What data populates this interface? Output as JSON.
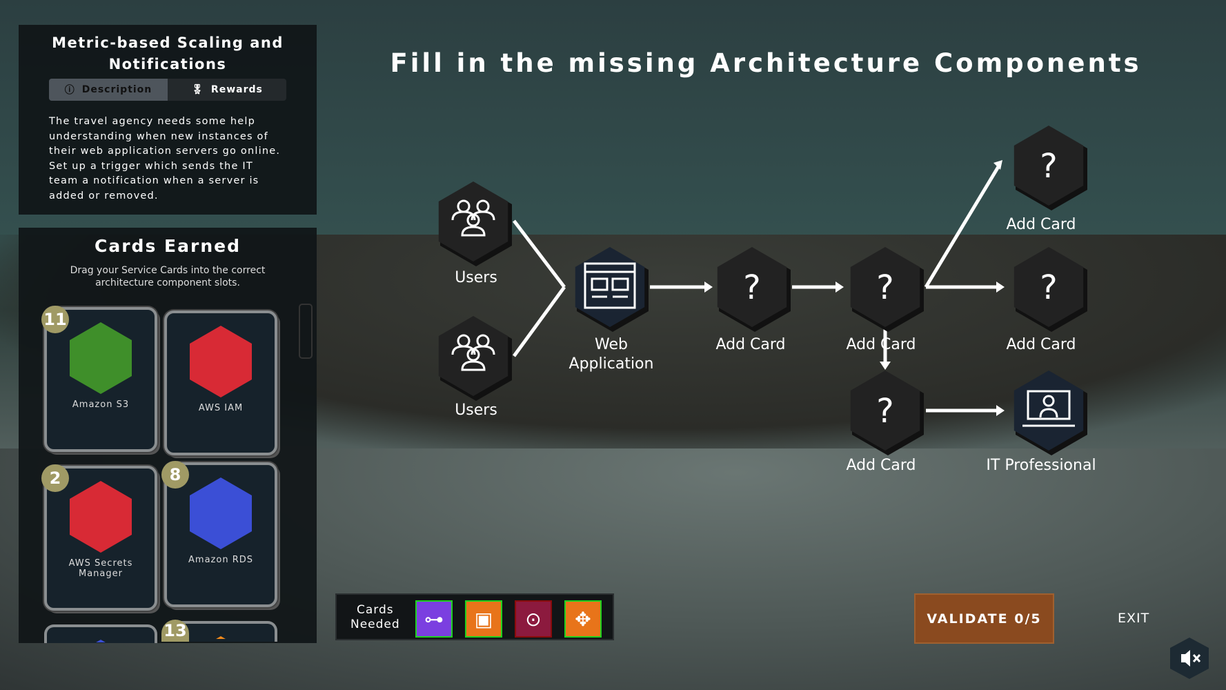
{
  "mission": {
    "title": "Metric-based Scaling and Notifications",
    "tabs": [
      {
        "label": "Description",
        "icon": "info-icon"
      },
      {
        "label": "Rewards",
        "icon": "award-icon"
      }
    ],
    "description": "The travel agency needs some help understanding when new instances of their web application servers go online. Set up a trigger which sends the IT team a notification when a server is added or removed."
  },
  "cards_panel": {
    "title": "Cards Earned",
    "hint": "Drag your Service Cards into the correct architecture component slots.",
    "cards": [
      {
        "name": "Amazon S3",
        "count": "11",
        "color": "#3f8f2a"
      },
      {
        "name": "AWS IAM",
        "count": "",
        "color": "#d82a35"
      },
      {
        "name": "AWS Secrets Manager",
        "count": "2",
        "color": "#d82a35"
      },
      {
        "name": "Amazon RDS",
        "count": "8",
        "color": "#3b4fd6"
      },
      {
        "name": "",
        "count": "",
        "color": "#3b4fd6"
      },
      {
        "name": "",
        "count": "13",
        "color": "#f08a1c"
      }
    ]
  },
  "diagram": {
    "title": "Fill in the missing Architecture Components",
    "nodes": {
      "users1": "Users",
      "users2": "Users",
      "webapp1": "Web",
      "webapp2": "Application",
      "slot1": "Add Card",
      "slot2": "Add Card",
      "slot3": "Add Card",
      "slot4": "Add Card",
      "slot5": "Add Card",
      "it": "IT Professional"
    },
    "placeholder": "?"
  },
  "cards_needed": {
    "label1": "Cards",
    "label2": "Needed",
    "items": [
      {
        "icon": "elb-icon",
        "color": "#7b3fe0",
        "done": true
      },
      {
        "icon": "ec2-icon",
        "color": "#e8741a",
        "done": true
      },
      {
        "icon": "sns-icon",
        "color": "#8c1a3e",
        "done": false
      },
      {
        "icon": "autoscaling-icon",
        "color": "#e8741a",
        "done": true
      }
    ]
  },
  "validate": "VALIDATE 0/5",
  "exit": "EXIT"
}
